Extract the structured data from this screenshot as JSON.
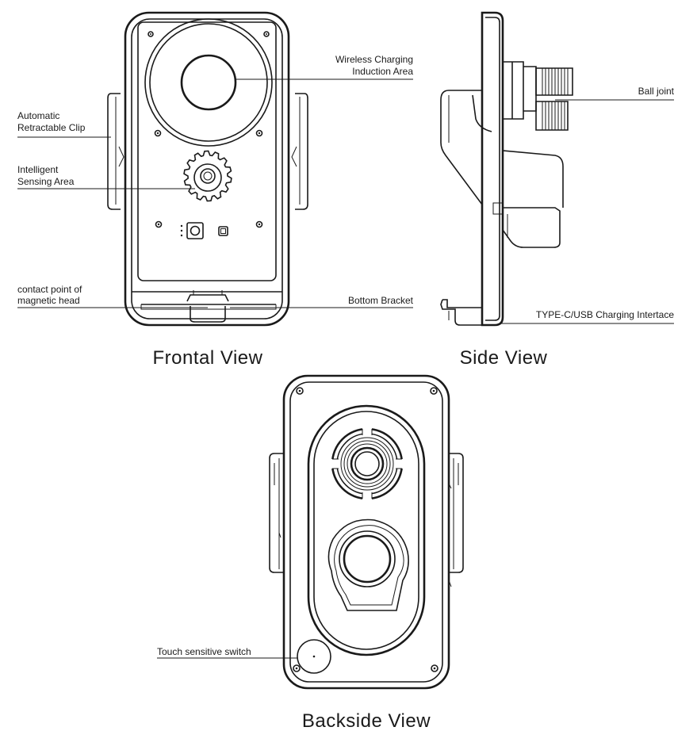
{
  "views": {
    "front": {
      "title": "Frontal View"
    },
    "side": {
      "title": "Side View"
    },
    "back": {
      "title": "Backside View"
    }
  },
  "labels": {
    "wireless_line1": "Wireless Charging",
    "wireless_line2": "Induction Area",
    "clip_line1": "Automatic",
    "clip_line2": "Retractable Clip",
    "sensing_line1": "Intelligent",
    "sensing_line2": "Sensing Area",
    "contact_line1": "contact point of",
    "contact_line2": "magnetic head",
    "bottom_bracket": "Bottom Bracket",
    "ball_joint": "Ball joint",
    "type_c": "TYPE-C/USB Charging Intertace",
    "touch_switch": "Touch sensitive switch"
  }
}
